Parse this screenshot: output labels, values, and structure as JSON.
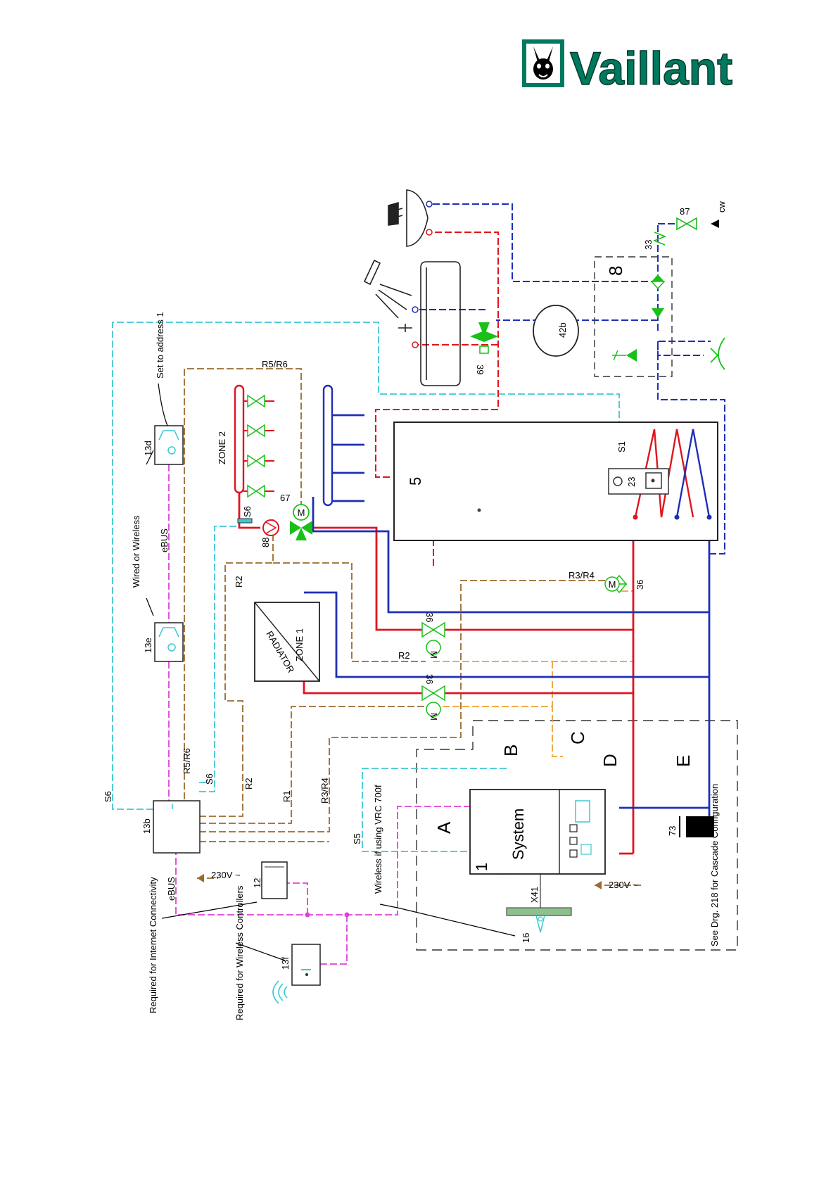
{
  "brand": {
    "name": "Vaillant",
    "color": "#007a5e"
  },
  "colors": {
    "flow": "#e0141e",
    "return": "#1f2fb5",
    "ebus": "#e040d8",
    "sensor": "#3cc8d2",
    "relay": "#9a6a2e",
    "orange": "#f0a030",
    "valve": "#18c018"
  },
  "components": {
    "c1": "1",
    "c5": "5",
    "c8": "8",
    "c12": "12",
    "c13b": "13b",
    "c13d": "13d",
    "c13e": "13e",
    "c13f": "13f",
    "c16": "16",
    "c23": "23",
    "c33": "33",
    "c36": "36",
    "c39": "39",
    "c42b": "42b",
    "c67": "67",
    "c73": "73",
    "c87": "87",
    "c88": "88",
    "x41": "X41",
    "system": "System",
    "radiator": "RADIATOR",
    "zone1": "ZONE 1",
    "zone2": "ZONE 2",
    "motor": "M"
  },
  "wire_labels": {
    "r5r6": "R5/R6",
    "r2": "R2",
    "r1": "R1",
    "r3r4": "R3/R4",
    "s5": "S5",
    "s6": "S6",
    "s1": "S1",
    "ebus": "eBUS",
    "cw": "cw",
    "v230": "230V ~"
  },
  "connections": {
    "a": "A",
    "b": "B",
    "c": "C",
    "d": "D",
    "e": "E"
  },
  "notes": {
    "set_address": "Set to address 1",
    "wired_wireless": "Wired or Wireless",
    "internet": "Required for Internet Connectivity",
    "wireless_ctrl": "Required for Wireless Controllers",
    "wireless_vrc": "Wireless if using VRC 700f",
    "cascade": "See Drg. 218 for Cascade Configuration"
  }
}
